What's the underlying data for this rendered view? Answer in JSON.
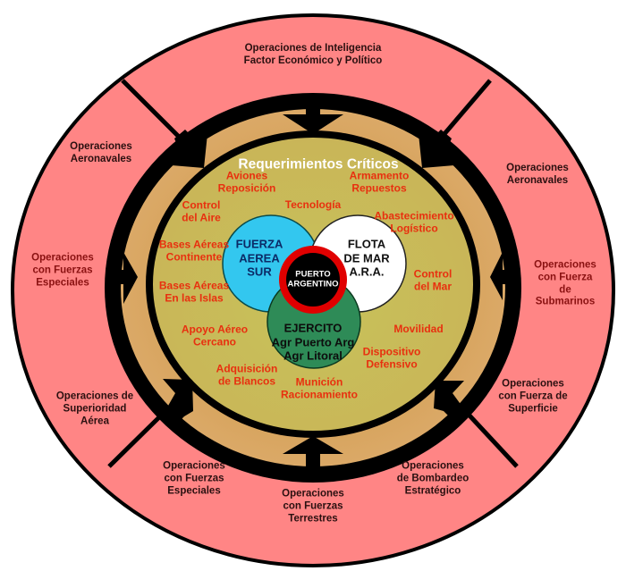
{
  "colors": {
    "outer_ring": "#ff8585",
    "tan_band": "#d9a55f",
    "inner_field": "#c9bb55",
    "ring_black": "#000000",
    "fuerza_aerea": "#33c7ef",
    "flota_de_mar": "#ffffff",
    "ejercito": "#2e8b57",
    "center_ring": "#e00000",
    "requirement_text": "#e8300f"
  },
  "outer_operations": [
    {
      "id": "inteligencia",
      "text": "Operaciones de Inteligencia\nFactor Económico y Político"
    },
    {
      "id": "aeronavales-left",
      "text": "Operaciones\nAeronavales"
    },
    {
      "id": "aeronavales-right",
      "text": "Operaciones\nAeronavales"
    },
    {
      "id": "fuerzas-especiales-left",
      "text": "Operaciones\ncon Fuerzas\nEspeciales"
    },
    {
      "id": "submarinos",
      "text": "Operaciones\ncon Fuerza de\nSubmarinos"
    },
    {
      "id": "superioridad-aerea",
      "text": "Operaciones de\nSuperioridad\nAérea"
    },
    {
      "id": "fuerza-superficie",
      "text": "Operaciones\ncon Fuerza de\nSuperficie"
    },
    {
      "id": "fuerzas-especiales-bottom",
      "text": "Operaciones\ncon Fuerzas\nEspeciales"
    },
    {
      "id": "bombardeo",
      "text": "Operaciones\nde Bombardeo\nEstratégico"
    },
    {
      "id": "terrestres",
      "text": "Operaciones\ncon Fuerzas\nTerrestres"
    }
  ],
  "requirements": {
    "title": "Requerimientos Críticos",
    "items": [
      {
        "id": "aviones",
        "text": "Aviones\nReposición"
      },
      {
        "id": "armamento",
        "text": "Armamento\nRepuestos"
      },
      {
        "id": "tecnologia",
        "text": "Tecnología"
      },
      {
        "id": "control-aire",
        "text": "Control\ndel Aire"
      },
      {
        "id": "abastecimiento",
        "text": "Abastecimiento\nLogístico"
      },
      {
        "id": "bases-continente",
        "text": "Bases Aéreas\nContinente"
      },
      {
        "id": "bases-islas",
        "text": "Bases Aéreas\nEn las Islas"
      },
      {
        "id": "control-mar",
        "text": "Control\ndel Mar"
      },
      {
        "id": "apoyo-aereo",
        "text": "Apoyo Aéreo\nCercano"
      },
      {
        "id": "movilidad",
        "text": "Movilidad"
      },
      {
        "id": "dispositivo",
        "text": "Dispositivo\nDefensivo"
      },
      {
        "id": "adquisicion",
        "text": "Adquisición\nde Blancos"
      },
      {
        "id": "municion",
        "text": "Munición\nRacionamiento"
      }
    ]
  },
  "forces": {
    "fuerza_aerea": "FUERZA\nAEREA\nSUR",
    "flota_de_mar": "FLOTA\nDE MAR\nA.R.A.",
    "ejercito": "EJERCITO\nAgr Puerto Arg\nAgr Litoral",
    "center": "PUERTO\nARGENTINO"
  }
}
